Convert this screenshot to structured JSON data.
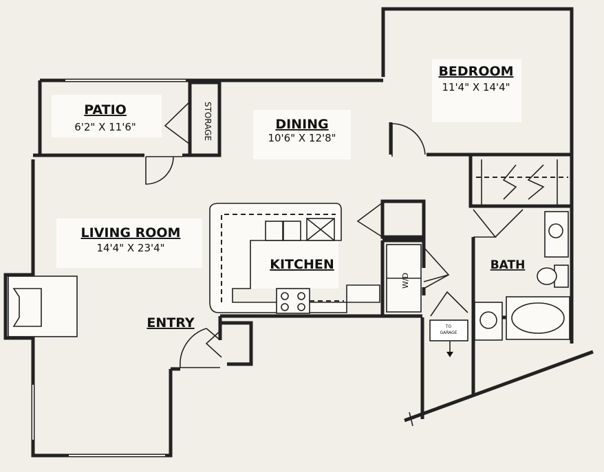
{
  "rooms": {
    "patio": {
      "name": "PATIO",
      "dims": "6'2\" X 11'6\""
    },
    "dining": {
      "name": "DINING",
      "dims": "10'6\" X 12'8\""
    },
    "bedroom": {
      "name": "BEDROOM",
      "dims": "11'4\" X 14'4\""
    },
    "living": {
      "name": "LIVING ROOM",
      "dims": "14'4\" X 23'4\""
    },
    "kitchen": {
      "name": "KITCHEN"
    },
    "bath": {
      "name": "BATH"
    },
    "entry": {
      "name": "ENTRY"
    }
  },
  "labels": {
    "storage": "STORAGE",
    "washer_dryer": "W/D",
    "garage_line1": "TO",
    "garage_line2": "GARAGE"
  }
}
